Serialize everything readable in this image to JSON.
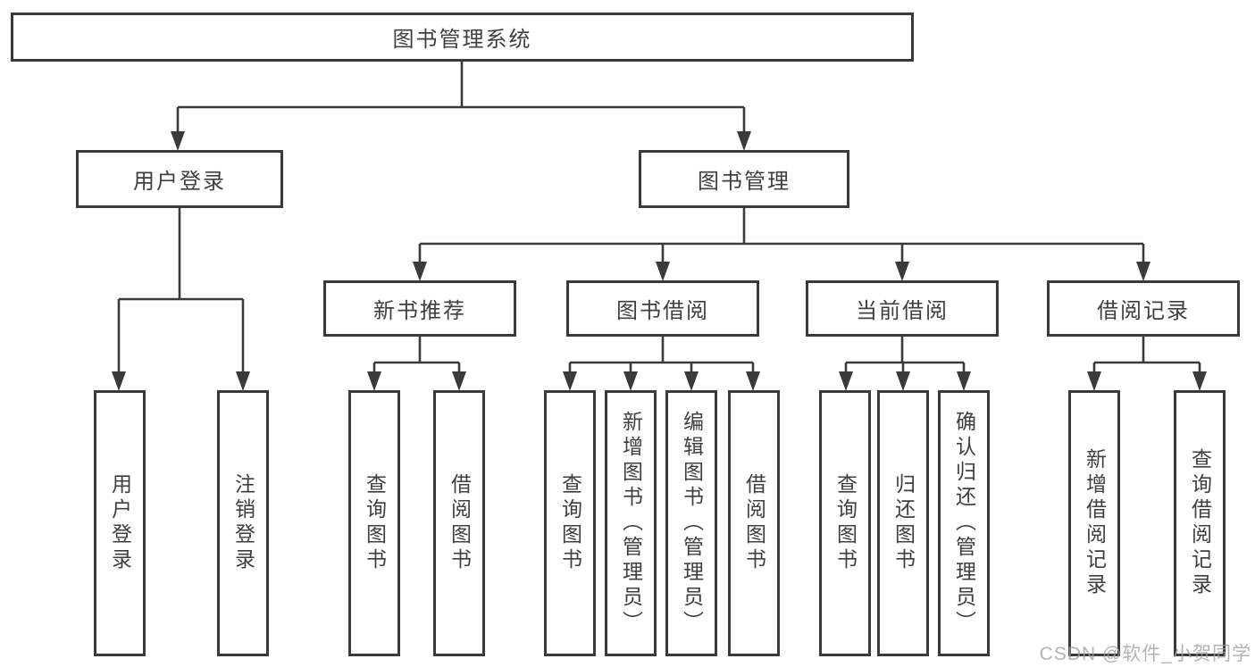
{
  "title": "图书管理系统",
  "watermark": "CSDN @软件_小贺同学",
  "colors": {
    "line": "#3a3a3a",
    "text": "#3f3f3f",
    "background": "#ffffff",
    "watermark": "#9e9e9e"
  },
  "tree": {
    "label": "图书管理系统",
    "children": [
      {
        "label": "用户登录",
        "children": [
          {
            "label": "用户登录"
          },
          {
            "label": "注销登录"
          }
        ]
      },
      {
        "label": "图书管理",
        "children": [
          {
            "label": "新书推荐",
            "children": [
              {
                "label": "查询图书"
              },
              {
                "label": "借阅图书"
              }
            ]
          },
          {
            "label": "图书借阅",
            "children": [
              {
                "label": "查询图书"
              },
              {
                "label": "新增图书（管理员）"
              },
              {
                "label": "编辑图书（管理员）"
              },
              {
                "label": "借阅图书"
              }
            ]
          },
          {
            "label": "当前借阅",
            "children": [
              {
                "label": "查询图书"
              },
              {
                "label": "归还图书"
              },
              {
                "label": "确认归还（管理员）"
              }
            ]
          },
          {
            "label": "借阅记录",
            "children": [
              {
                "label": "新增借阅记录"
              },
              {
                "label": "查询借阅记录"
              }
            ]
          }
        ]
      }
    ]
  }
}
